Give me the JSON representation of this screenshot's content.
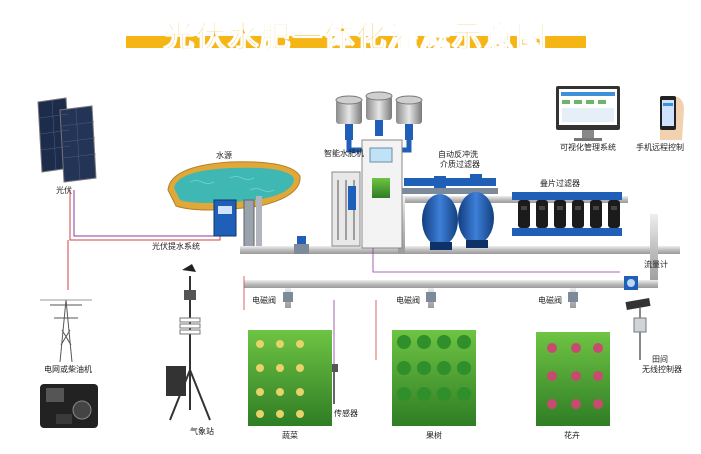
{
  "title": "光伏水肥一体化灌溉示意图",
  "labels": {
    "pv": "光伏",
    "water_source": "水源",
    "pv_pump": "光伏提水系统",
    "fertilizer_machine": "智能水肥机",
    "auto_backwash_line1": "自动反冲洗",
    "auto_backwash_line2": "介质过滤器",
    "disc_filter": "叠片过滤器",
    "visual_mgmt": "可视化管理系统",
    "mobile_ctrl": "手机远程控制",
    "flow_meter": "流量计",
    "valve_1": "电磁阀",
    "valve_2": "电磁阀",
    "valve_3": "电磁阀",
    "grid_diesel": "电网或柴油机",
    "weather_station": "气象站",
    "sensor": "传感器",
    "vegetables": "蔬菜",
    "fruit_trees": "果树",
    "flowers": "花卉",
    "field_ctrl_line1": "田间",
    "field_ctrl_line2": "无线控制器"
  },
  "colors": {
    "title": "#f3b318",
    "title_bar": "#f5b515",
    "pipe": "#c8c8c8",
    "wire_red": "#d04040",
    "wire_purple": "#8a3aa0",
    "pond_water": "#3fb7b3",
    "pond_rim": "#e0a838",
    "filter_blue": "#1f5fb8"
  }
}
